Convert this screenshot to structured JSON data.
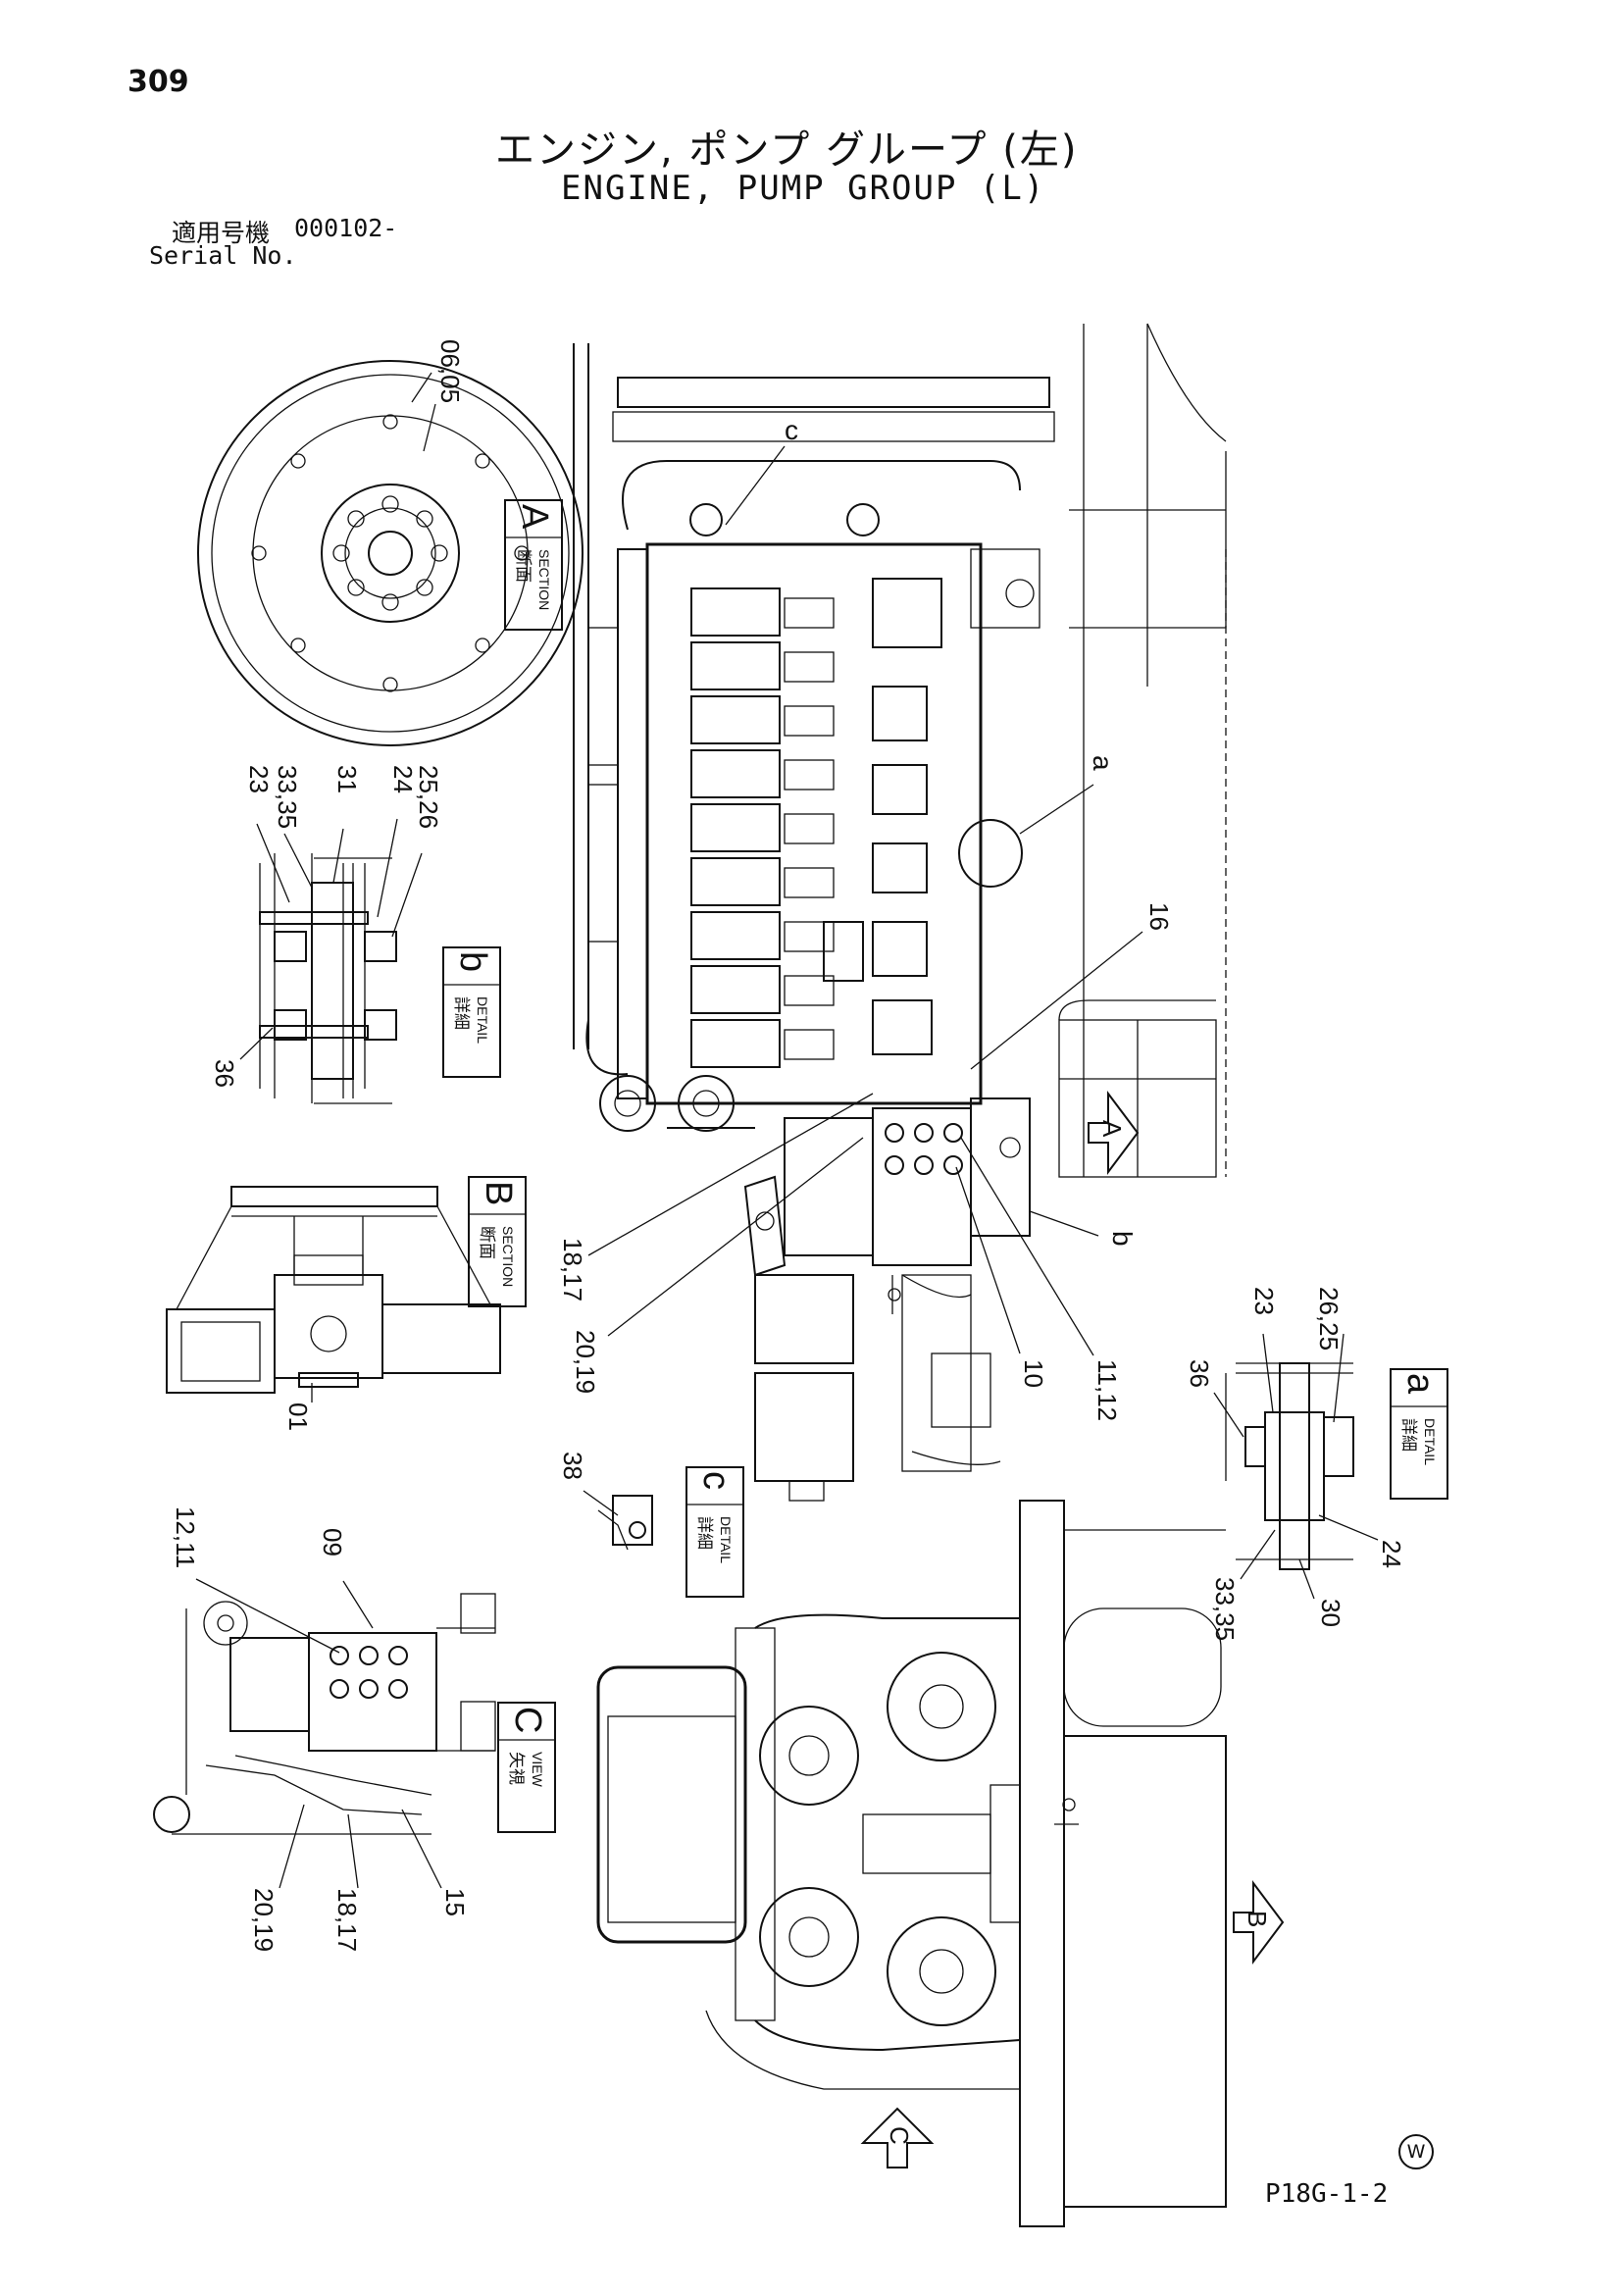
{
  "header": {
    "page_number": "309",
    "title_jp": "エンジン, ポンプ グループ (左)",
    "title_en": "ENGINE, PUMP GROUP (L)",
    "serial_label_jp": "適用号機",
    "serial_value": "000102-",
    "serial_label_en": "Serial No."
  },
  "footer": {
    "drawing_code": "P18G-1-2",
    "mark": "W"
  },
  "views": {
    "section_a": {
      "jp": "断面",
      "en": "SECTION",
      "letter": "A"
    },
    "detail_b": {
      "jp": "詳細",
      "en": "DETAIL",
      "letter": "b"
    },
    "section_b": {
      "jp": "断面",
      "en": "SECTION",
      "letter": "B"
    },
    "detail_c": {
      "jp": "詳細",
      "en": "DETAIL",
      "letter": "c"
    },
    "view_c": {
      "jp": "矢視",
      "en": "VIEW",
      "letter": "C"
    },
    "detail_a": {
      "jp": "詳細",
      "en": "DETAIL",
      "letter": "a"
    }
  },
  "arrows": {
    "a": "A",
    "b": "B",
    "c": "C"
  },
  "leader_letters": {
    "c": "c",
    "a": "a",
    "b": "b"
  },
  "part_callouts": {
    "p06_05": "06,05",
    "p23": "23",
    "p33_35": "33,35",
    "p31": "31",
    "p24": "24",
    "p25_26": "25,26",
    "p36": "36",
    "p01": "01",
    "p16": "16",
    "p18_17": "18,17",
    "p20_19": "20,19",
    "p10": "10",
    "p11_12": "11,12",
    "p38": "38",
    "p12_11": "12,11",
    "p09": "09",
    "p20_19_c": "20,19",
    "p18_17_c": "18,17",
    "p15": "15",
    "p23_a": "23",
    "p26_25_a": "26,25",
    "p36_a": "36",
    "p33_35_a": "33,35",
    "p30_a": "30",
    "p24_a": "24"
  }
}
